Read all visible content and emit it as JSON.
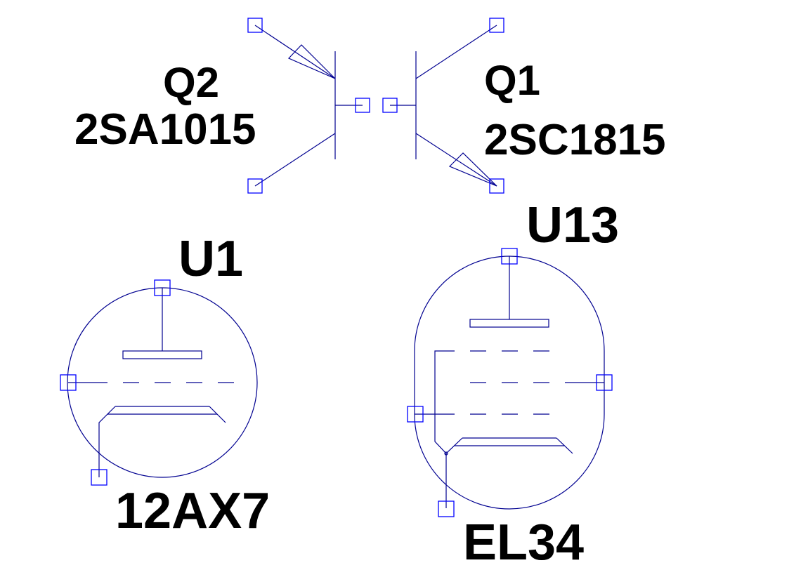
{
  "colors": {
    "wire": "#000090",
    "pin": "#0000ff",
    "text": "#000000",
    "background": "#ffffff"
  },
  "components": {
    "q2": {
      "ref": "Q2",
      "value": "2SA1015",
      "type": "pnp-transistor"
    },
    "q1": {
      "ref": "Q1",
      "value": "2SC1815",
      "type": "npn-transistor"
    },
    "u1": {
      "ref": "U1",
      "value": "12AX7",
      "type": "triode"
    },
    "u13": {
      "ref": "U13",
      "value": "EL34",
      "type": "pentode"
    }
  }
}
